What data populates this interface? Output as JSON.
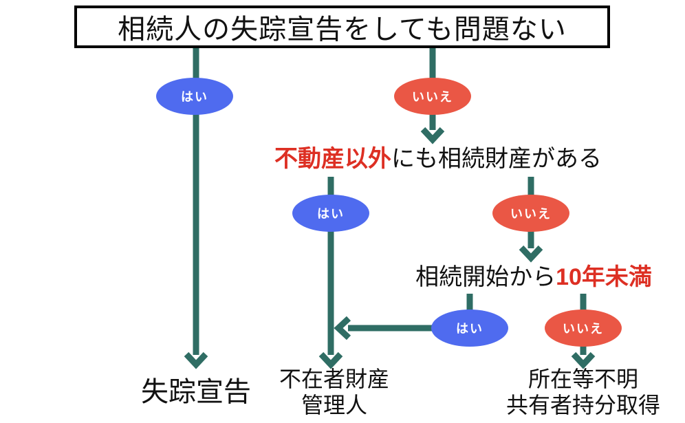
{
  "title": "相続人の失踪宣告をしても問題ない",
  "branch_labels": {
    "yes": "はい",
    "no": "いいえ"
  },
  "questions": {
    "q2": {
      "highlight": "不動産以外",
      "rest": "にも相続財産がある"
    },
    "q3": {
      "lead": "相続開始から",
      "highlight": "10年未満"
    }
  },
  "outcomes": {
    "missing_declaration": "失踪宣告",
    "absentee_manager_line1": "不在者財産",
    "absentee_manager_line2": "管理人",
    "unknown_owner_line1": "所在等不明",
    "unknown_owner_line2": "共有者持分取得"
  },
  "colors": {
    "yes_ellipse": "#4f6bef",
    "no_ellipse": "#ea5745",
    "arrow": "#2f6d64",
    "highlight_text": "#dd2f23",
    "text": "#111111"
  }
}
